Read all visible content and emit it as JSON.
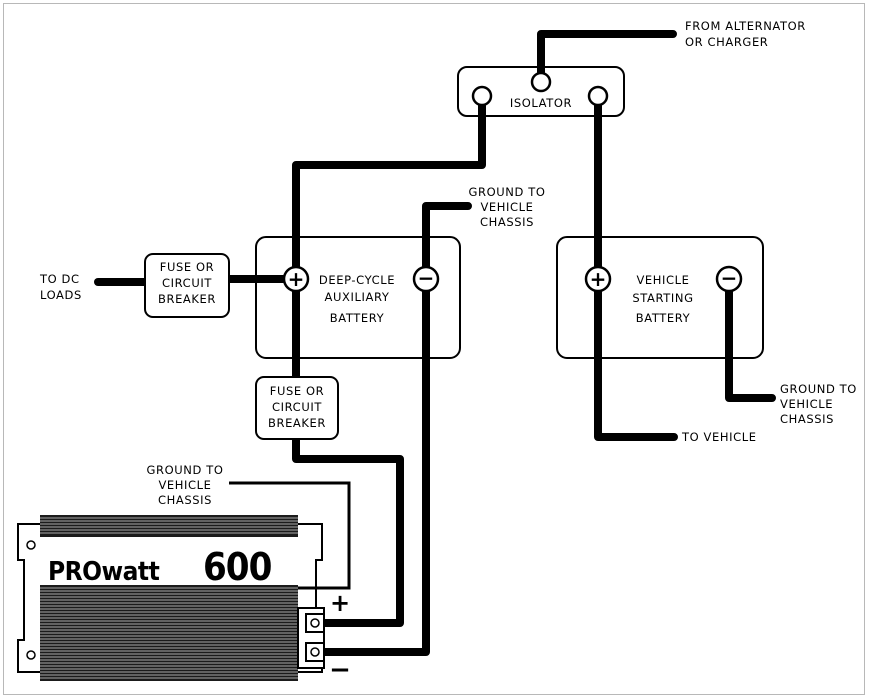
{
  "isolator": {
    "label": "ISOLATOR",
    "source_line1": "FROM ALTERNATOR",
    "source_line2": "OR CHARGER"
  },
  "aux_battery": {
    "line1": "DEEP-CYCLE",
    "line2": "AUXILIARY",
    "line3": "BATTERY",
    "plus": "+",
    "minus": "−"
  },
  "vehicle_battery": {
    "line1": "VEHICLE",
    "line2": "STARTING",
    "line3": "BATTERY",
    "plus": "+",
    "minus": "−"
  },
  "fuse_loads": {
    "line1": "FUSE OR",
    "line2": "CIRCUIT",
    "line3": "BREAKER"
  },
  "fuse_inverter": {
    "line1": "FUSE OR",
    "line2": "CIRCUIT",
    "line3": "BREAKER"
  },
  "dc_loads": {
    "line1": "TO DC",
    "line2": "LOADS"
  },
  "ground_aux": {
    "line1": "GROUND TO",
    "line2": "VEHICLE",
    "line3": "CHASSIS"
  },
  "ground_vehicle": {
    "line1": "GROUND TO",
    "line2": "VEHICLE",
    "line3": "CHASSIS"
  },
  "ground_inverter": {
    "line1": "GROUND TO",
    "line2": "VEHICLE",
    "line3": "CHASSIS"
  },
  "to_vehicle": "TO VEHICLE",
  "inverter": {
    "brand": "PROwatt",
    "model": "600",
    "plus": "+",
    "minus": "−"
  }
}
